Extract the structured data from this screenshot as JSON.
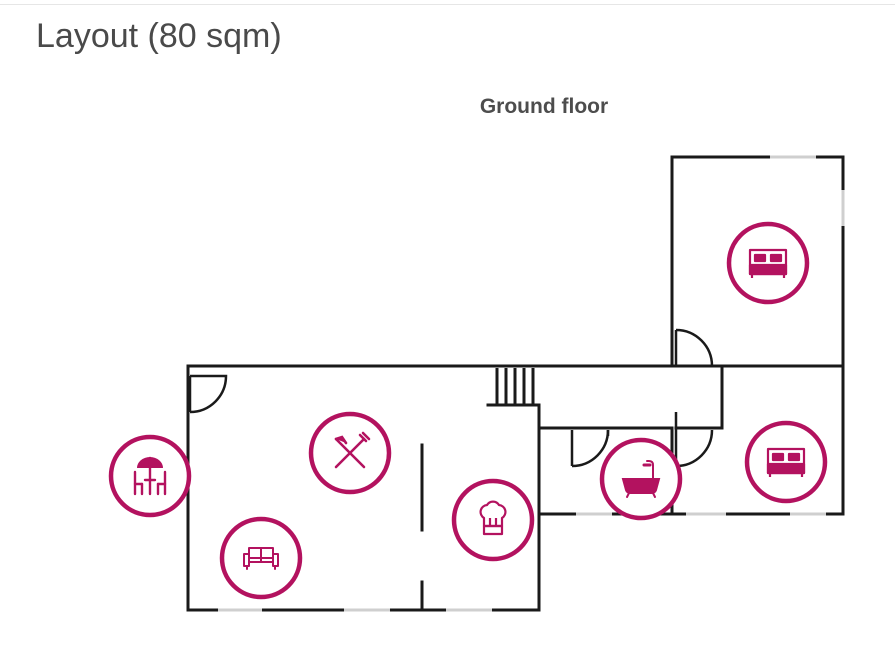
{
  "page": {
    "title": "Layout (80 sqm)"
  },
  "floor": {
    "label": "Ground floor"
  },
  "colors": {
    "accent": "#b3125f",
    "walls": "#1a1a1a",
    "window": "#c8c8c8",
    "text": "#4a4a4a"
  },
  "rooms": [
    {
      "name": "terrace",
      "icon": "terrace-umbrella-icon"
    },
    {
      "name": "dining",
      "icon": "cutlery-icon"
    },
    {
      "name": "living-room",
      "icon": "sofa-icon"
    },
    {
      "name": "kitchen",
      "icon": "chef-hat-icon"
    },
    {
      "name": "bathroom",
      "icon": "bathtub-icon"
    },
    {
      "name": "bedroom-1",
      "icon": "double-bed-icon"
    },
    {
      "name": "bedroom-2",
      "icon": "double-bed-icon"
    }
  ]
}
